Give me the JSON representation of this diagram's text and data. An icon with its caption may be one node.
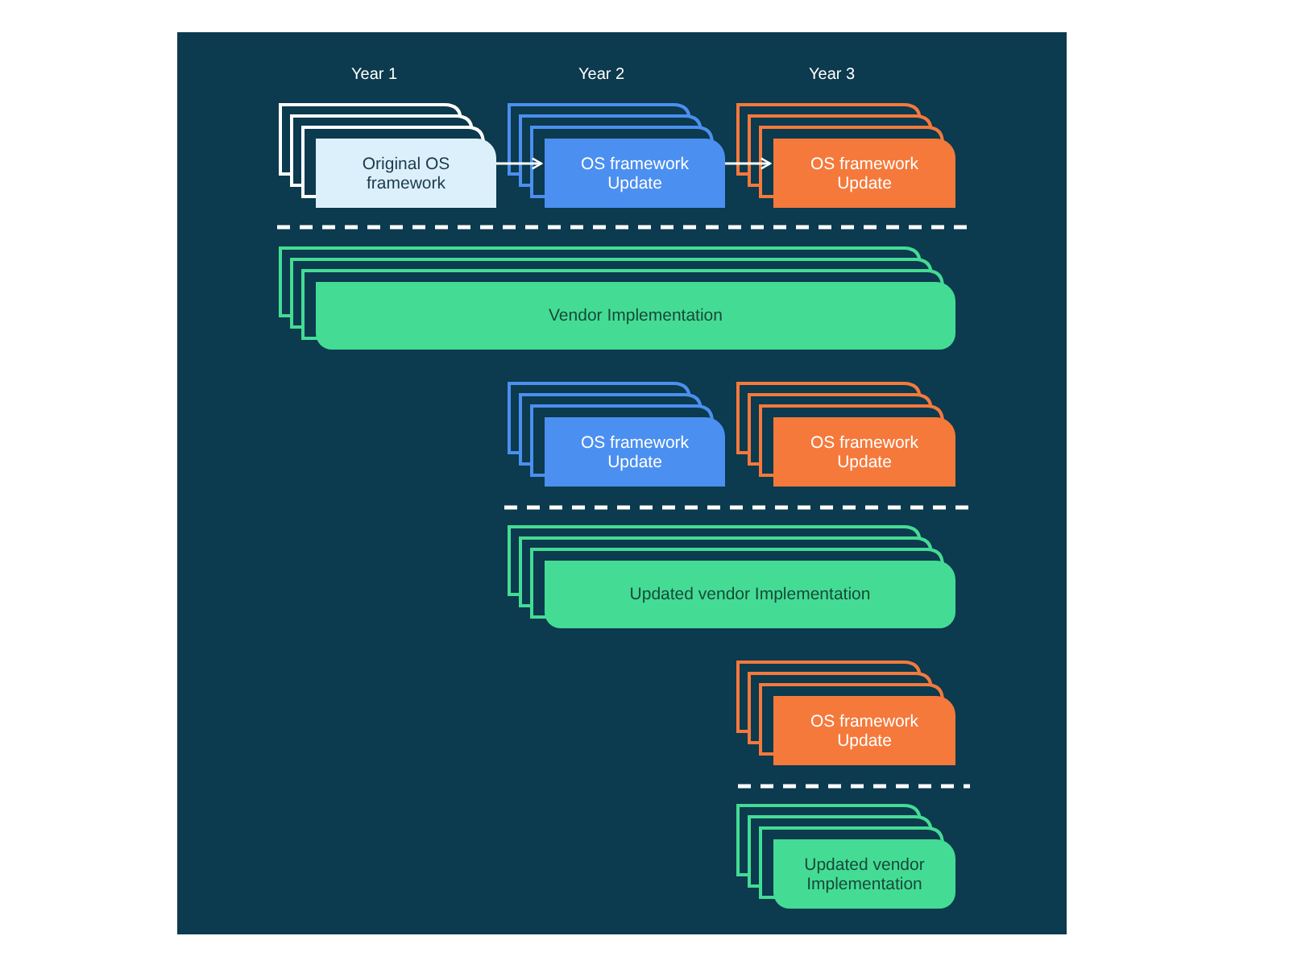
{
  "diagram": {
    "nodes": [
      {
        "text": [
          "Original OS framework"
        ]
      },
      {
        "text": [
          "OS framework Update"
        ]
      },
      {
        "text": [
          "OS framework Update"
        ]
      },
      {
        "text": [
          "Vendor Implementation"
        ]
      },
      {
        "text": [
          "OS framework Update"
        ]
      },
      {
        "text": [
          "OS framework Update"
        ]
      },
      {
        "text": [
          "Updated vendor Implementation"
        ]
      },
      {
        "text": [
          "OS framework Update"
        ]
      },
      {
        "text": [
          "Updated vendor Implementation"
        ]
      }
    ],
    "edges": [
      {
        "from": 0,
        "to": 1,
        "arrow": "to"
      },
      {
        "from": 1,
        "to": 2,
        "arrow": "to"
      }
    ],
    "labels": [
      "Year 1",
      "Year 2",
      "Year 3"
    ]
  }
}
